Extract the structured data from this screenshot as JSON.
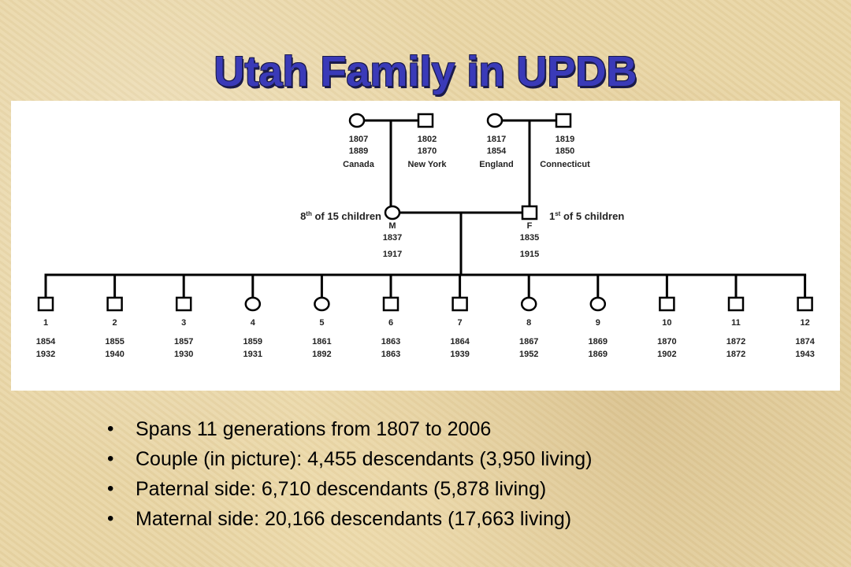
{
  "title": "Utah Family in UPDB",
  "pedigree": {
    "grandparents": [
      {
        "id": "gp1",
        "sex": "female",
        "birth": "1807",
        "death": "1889",
        "place": "Canada"
      },
      {
        "id": "gp2",
        "sex": "male",
        "birth": "1802",
        "death": "1870",
        "place": "New York"
      },
      {
        "id": "gp3",
        "sex": "female",
        "birth": "1817",
        "death": "1854",
        "place": "England"
      },
      {
        "id": "gp4",
        "sex": "male",
        "birth": "1819",
        "death": "1850",
        "place": "Connecticut"
      }
    ],
    "mother": {
      "label": "M",
      "birth": "1837",
      "death": "1917",
      "note_ord": "8",
      "note_sup": "th",
      "note_rest": " of 15 children"
    },
    "father": {
      "label": "F",
      "birth": "1835",
      "death": "1915",
      "note_ord": "1",
      "note_sup": "st",
      "note_rest": " of 5 children"
    },
    "children": [
      {
        "n": "1",
        "sex": "male",
        "birth": "1854",
        "death": "1932"
      },
      {
        "n": "2",
        "sex": "male",
        "birth": "1855",
        "death": "1940"
      },
      {
        "n": "3",
        "sex": "male",
        "birth": "1857",
        "death": "1930"
      },
      {
        "n": "4",
        "sex": "female",
        "birth": "1859",
        "death": "1931"
      },
      {
        "n": "5",
        "sex": "female",
        "birth": "1861",
        "death": "1892"
      },
      {
        "n": "6",
        "sex": "male",
        "birth": "1863",
        "death": "1863"
      },
      {
        "n": "7",
        "sex": "male",
        "birth": "1864",
        "death": "1939"
      },
      {
        "n": "8",
        "sex": "female",
        "birth": "1867",
        "death": "1952"
      },
      {
        "n": "9",
        "sex": "female",
        "birth": "1869",
        "death": "1869"
      },
      {
        "n": "10",
        "sex": "male",
        "birth": "1870",
        "death": "1902"
      },
      {
        "n": "11",
        "sex": "male",
        "birth": "1872",
        "death": "1872"
      },
      {
        "n": "12",
        "sex": "male",
        "birth": "1874",
        "death": "1943"
      }
    ]
  },
  "bullets": [
    "Spans 11 generations from 1807 to 2006",
    "Couple (in picture):  4,455 descendants (3,950 living)",
    "Paternal side: 6,710 descendants (5,878 living)",
    "Maternal side: 20,166 descendants (17,663 living)"
  ]
}
